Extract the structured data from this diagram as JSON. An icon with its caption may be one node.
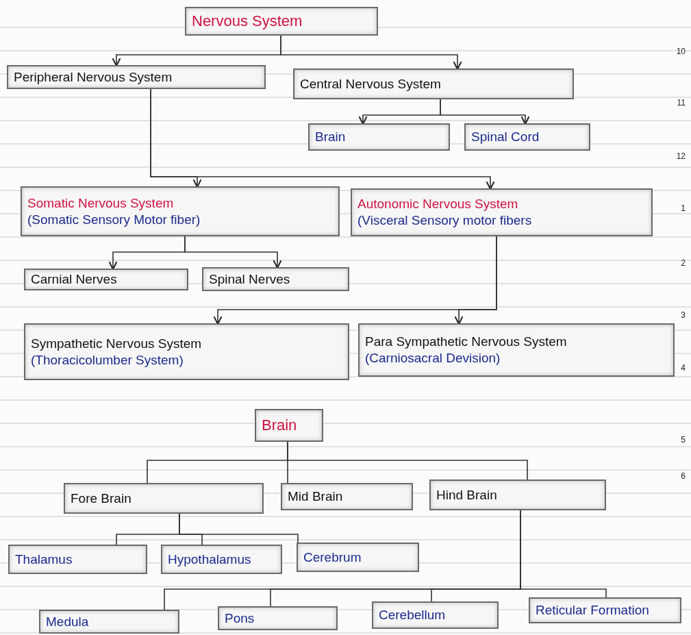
{
  "diagram": {
    "nodes": [
      {
        "text": [
          "Nervous System"
        ]
      },
      {
        "text": [
          "Peripheral Nervous System"
        ]
      },
      {
        "text": [
          "Central Nervous System"
        ]
      },
      {
        "text": [
          "Brain"
        ]
      },
      {
        "text": [
          "Spinal Cord"
        ]
      },
      {
        "text": [
          "Somatic Nervous System",
          "(Somatic Sensory Motor fiber)"
        ]
      },
      {
        "text": [
          "Autonomic Nervous System",
          "(Visceral Sensory motor fibers"
        ]
      },
      {
        "text": [
          "Carnial Nerves"
        ]
      },
      {
        "text": [
          "Spinal Nerves"
        ]
      },
      {
        "text": [
          "Sympathetic Nervous System",
          "(Thoracicolumber System)"
        ]
      },
      {
        "text": [
          "Para Sympathetic Nervous System",
          "(Carniosacral Devision)"
        ]
      },
      {
        "text": [
          "Brain"
        ]
      },
      {
        "text": [
          "Fore Brain"
        ]
      },
      {
        "text": [
          "Mid Brain"
        ]
      },
      {
        "text": [
          "Hind Brain"
        ]
      },
      {
        "text": [
          "Thalamus"
        ]
      },
      {
        "text": [
          "Hypothalamus"
        ]
      },
      {
        "text": [
          "Cerebrum"
        ]
      },
      {
        "text": [
          "Medula"
        ]
      },
      {
        "text": [
          "Pons"
        ]
      },
      {
        "text": [
          "Cerebellum"
        ]
      },
      {
        "text": [
          "Reticular Formation"
        ]
      }
    ],
    "edges": [
      {
        "from": 0,
        "to": 1,
        "arrow": "to"
      },
      {
        "from": 0,
        "to": 2,
        "arrow": "to"
      },
      {
        "from": 2,
        "to": 3,
        "arrow": "to"
      },
      {
        "from": 2,
        "to": 4,
        "arrow": "to"
      },
      {
        "from": 1,
        "to": 5,
        "arrow": "to"
      },
      {
        "from": 1,
        "to": 6,
        "arrow": "to"
      },
      {
        "from": 5,
        "to": 7,
        "arrow": "to"
      },
      {
        "from": 5,
        "to": 8,
        "arrow": "to"
      },
      {
        "from": 6,
        "to": 9,
        "arrow": "to"
      },
      {
        "from": 6,
        "to": 10,
        "arrow": "to"
      },
      {
        "from": 11,
        "to": 12,
        "arrow": "none"
      },
      {
        "from": 11,
        "to": 13,
        "arrow": "none"
      },
      {
        "from": 11,
        "to": 14,
        "arrow": "none"
      },
      {
        "from": 12,
        "to": 15,
        "arrow": "none"
      },
      {
        "from": 12,
        "to": 16,
        "arrow": "none"
      },
      {
        "from": 12,
        "to": 17,
        "arrow": "none"
      },
      {
        "from": 14,
        "to": 18,
        "arrow": "none"
      },
      {
        "from": 14,
        "to": 19,
        "arrow": "none"
      },
      {
        "from": 14,
        "to": 20,
        "arrow": "none"
      },
      {
        "from": 14,
        "to": 21,
        "arrow": "none"
      }
    ],
    "labels": [
      "10",
      "11",
      "12",
      "1",
      "2",
      "3",
      "4",
      "5",
      "6"
    ]
  }
}
